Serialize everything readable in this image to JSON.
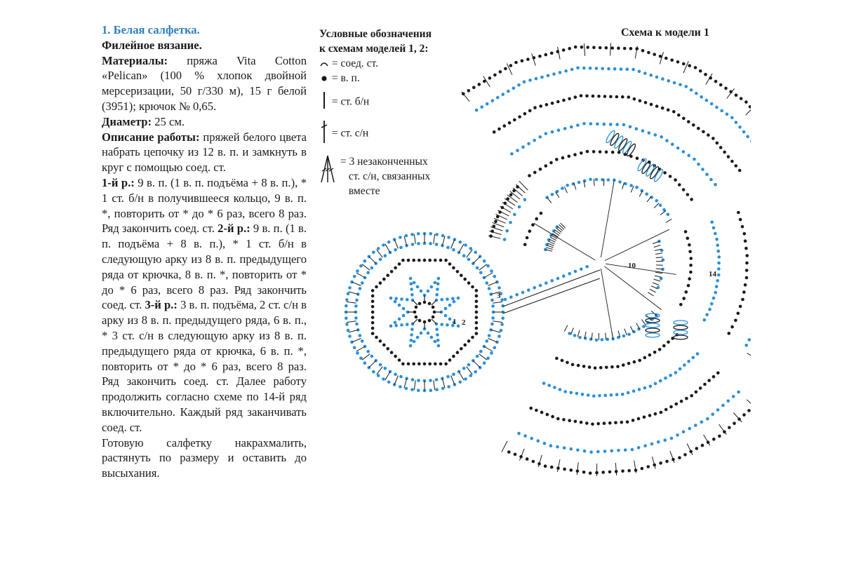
{
  "article": {
    "title": "1. Белая салфетка.",
    "subtitle": "Филейное вязание.",
    "materials_label": "Материалы:",
    "materials_text": " пряжа Vita Cotton «Pelican» (100 % хлопок двойной мерсеризации, 50 г/330 м), 15 г белой (3951); крючок № 0,65.",
    "diameter_label": "Диаметр:",
    "diameter_text": " 25 см.",
    "description_label": "Описание работы:",
    "description_text": " пряжей белого цвета набрать цепочку из 12 в. п. и замкнуть в круг с помощью соед. ст.",
    "row1_label": "1-й р.:",
    "row1_text": " 9 в. п. (1 в. п. подъёма + 8 в. п.), * 1 ст. б/н в получившееся кольцо, 9 в. п. *, повторить от * до * 6 раз, всего 8 раз. Ряд закончить соед. ст. ",
    "row2_label": "2-й р.:",
    "row2_text": " 9 в. п. (1 в. п. подъёма + 8 в. п.), * 1 ст. б/н в следующую арку из 8 в. п. предыдущего ряда от крючка, 8 в. п. *, повторить от * до * 6 раз, всего 8 раз. Ряд закончить соед. ст. ",
    "row3_label": "3-й р.:",
    "row3_text": " 3 в. п. подъёма, 2 ст. с/н в арку из 8 в. п. предыдущего ряда, 6 в. п., * 3 ст. с/н в следующую арку из 8 в. п. предыдущего ряда от крючка, 6 в. п. *, повторить от * до * 6 раз, всего 8 раз. Ряд закончить соед. ст. Далее работу продолжить согласно схеме по 14-й ряд включительно. Каждый ряд заканчивать соед. ст.",
    "finish_text": "Готовую салфетку накрахмалить, растянуть по размеру и оставить до высыхания."
  },
  "legend": {
    "heading_line1": "Условные обозначения",
    "heading_line2": "к схемам моделей 1, 2:",
    "items": [
      {
        "icon": "slip-stitch-icon",
        "text": "= соед. ст."
      },
      {
        "icon": "chain-stitch-icon",
        "text": "= в. п."
      },
      {
        "icon": "single-crochet-icon",
        "text": "= ст. б/н"
      },
      {
        "icon": "double-crochet-icon",
        "text": "= ст. с/н"
      },
      {
        "icon": "three-dc-together-icon",
        "text": "= 3 незаконченных",
        "text2": "ст. с/н, связанных",
        "text3": "вместе"
      }
    ]
  },
  "scheme": {
    "title": "Схема к модели 1",
    "row_numbers": [
      "1",
      "2",
      "3",
      "10",
      "14"
    ]
  },
  "colors": {
    "title_blue": "#2a7fc0",
    "diagram_blue": "#2a8fd8",
    "diagram_black": "#1a1a1a"
  }
}
